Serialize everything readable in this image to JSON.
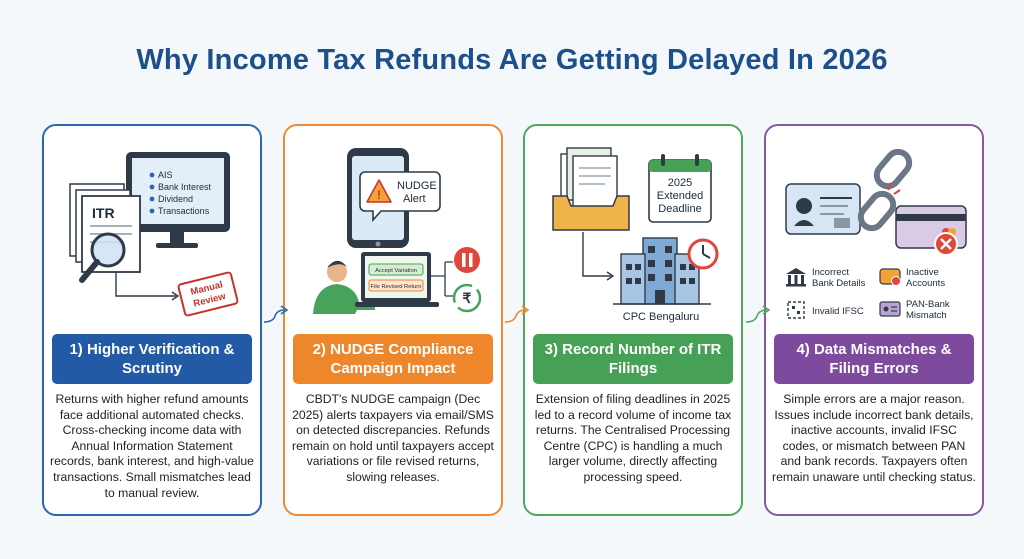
{
  "title": "Why Income Tax Refunds Are Getting Delayed In 2026",
  "colors": {
    "title": "#1d4f8a",
    "blue": "#235aa6",
    "orange": "#ee862c",
    "green": "#46a156",
    "purple": "#7d4a9e",
    "alert_red": "#e0463a"
  },
  "cards": [
    {
      "heading": "1) Higher Verification & Scrutiny",
      "description": "Returns with higher refund amounts face additional automated checks. Cross-checking income data with Annual Information Statement records, bank interest, and high-value transactions. Small mismatches lead to manual review.",
      "illustration": {
        "doc_label": "ITR",
        "monitor_items": [
          "AIS",
          "Bank Interest",
          "Dividend",
          "Transactions"
        ],
        "stamp_line1": "Manual",
        "stamp_line2": "Review",
        "icons": [
          "document-icon",
          "monitor-icon",
          "magnifier-icon",
          "stamp-icon"
        ]
      }
    },
    {
      "heading": "2) NUDGE Compliance Campaign Impact",
      "description": "CBDT's NUDGE campaign (Dec 2025) alerts taxpayers via email/SMS on detected discrepancies. Refunds remain on hold until taxpayers accept variations or file revised returns, slowing releases.",
      "illustration": {
        "alert_line1": "NUDGE",
        "alert_line2": "Alert",
        "screen_button1": "Accept Variation",
        "screen_button2": "File Revised Return",
        "icons": [
          "phone-icon",
          "warning-icon",
          "person-icon",
          "pause-icon",
          "rupee-icon"
        ]
      }
    },
    {
      "heading": "3) Record Number of ITR Filings",
      "description": "Extension of filing deadlines in 2025 led to a record volume of income tax returns. The Centralised Processing Centre (CPC) is handling a much larger volume, directly affecting processing speed.",
      "illustration": {
        "calendar_line1": "2025",
        "calendar_line2": "Extended",
        "calendar_line3": "Deadline",
        "building_label": "CPC Bengaluru",
        "icons": [
          "file-tray-icon",
          "calendar-icon",
          "building-icon",
          "clock-icon"
        ]
      }
    },
    {
      "heading": "4) Data Mismatches & Filing Errors",
      "description": "Simple errors are a major reason. Issues include incorrect bank details, inactive accounts, invalid IFSC codes, or mismatch between PAN and bank records. Taxpayers often remain unaware until checking status.",
      "illustration": {
        "issues": [
          "Incorrect Bank Details",
          "Inactive Accounts",
          "Invalid IFSC",
          "PAN-Bank Mismatch"
        ],
        "icons": [
          "id-card-icon",
          "broken-chain-icon",
          "bank-card-icon",
          "error-icon"
        ]
      }
    }
  ]
}
